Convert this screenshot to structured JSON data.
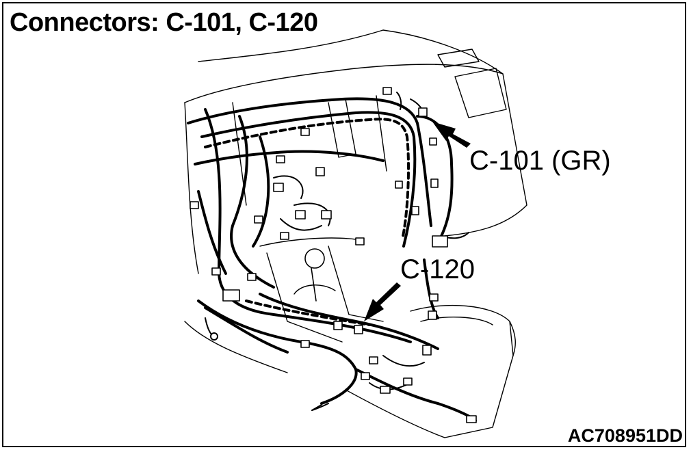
{
  "title": "Connectors: C-101, C-120",
  "callouts": {
    "c101": "C-101 (GR)",
    "c120": "C-120"
  },
  "figure_code": "AC708951DD",
  "colors": {
    "line": "#000000",
    "background": "#ffffff"
  }
}
